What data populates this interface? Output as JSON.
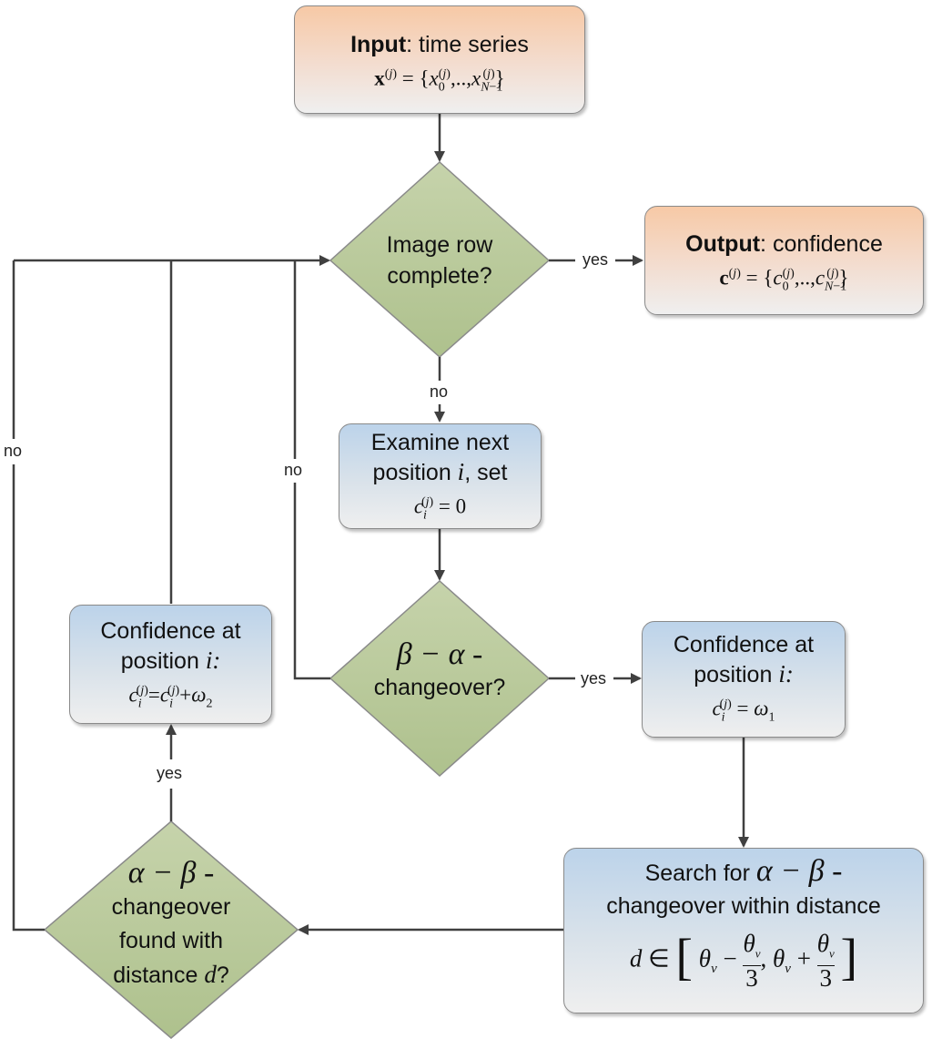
{
  "input_box": {
    "title_bold": "Input",
    "title_rest": ": time series",
    "formula": "x^(j) = {x_0^(j), .., x_(N−1)^(j)}"
  },
  "decision_row": {
    "line1": "Image row",
    "line2": "complete?"
  },
  "output_box": {
    "title_bold": "Output",
    "title_rest": ": confidence",
    "formula": "c^(j) = {c_0^(j), .., c_(N−1)^(j)}"
  },
  "examine_box": {
    "line1": "Examine next",
    "line2_a": "position",
    "line2_var": "i",
    "line2_b": ", set",
    "formula": "c_i^(j) = 0"
  },
  "decision_ba": {
    "symbol": "β − α -",
    "line2": "changeover?"
  },
  "conf1_box": {
    "line1": "Confidence at",
    "line2_a": "position",
    "line2_var": "i:",
    "formula": "c_i^(j) = ω_1"
  },
  "conf2_box": {
    "line1": "Confidence at",
    "line2_a": "position",
    "line2_var": "i:",
    "formula": "c_i^(j) = c_i^(j) + ω_2"
  },
  "search_box": {
    "line1_a": "Search for",
    "line1_sym": "α − β -",
    "line2": "changeover within distance",
    "formula": "d ∈ [ θ_v − θ_v/3 , θ_v + θ_v/3 ]"
  },
  "decision_ab": {
    "symbol": "α − β -",
    "line2": "changeover",
    "line3": "found with",
    "line4_a": "distance",
    "line4_var": "d",
    "line4_b": "?"
  },
  "edge_labels": {
    "yes_output": "yes",
    "no_examine": "no",
    "yes_conf1": "yes",
    "yes_conf2": "yes",
    "no_left_outer": "no",
    "no_inner": "no"
  },
  "colors": {
    "line": "#404040",
    "diamond_fill": "#b8c99a",
    "diamond_stroke": "#8a8a8a",
    "orange_top": "#f7c9a6",
    "blue_top": "#bcd3ea"
  }
}
